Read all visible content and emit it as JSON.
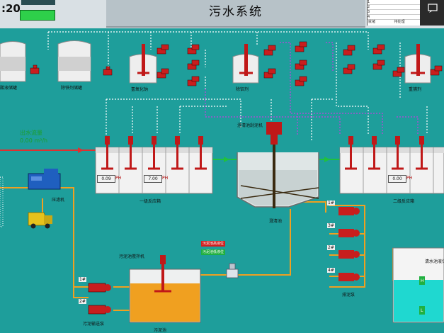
{
  "header": {
    "clock": ":20",
    "title": "污水系统",
    "alarm_rows": [
      "1",
      "2",
      "3",
      "4"
    ],
    "alarm_footer_left": "就绪",
    "alarm_footer_right": "待处理"
  },
  "tanks": {
    "t1": "酸液储罐",
    "t2": "除铁剂储罐",
    "t3": "氢氧化钠",
    "t4": "除铝剂",
    "t5": "重捕剂"
  },
  "inlet": {
    "label": "出水流量",
    "value": "0.00  m³/h"
  },
  "reactor1": {
    "label": "一级反应箱",
    "reading_a": "0.09",
    "reading_b": "7.00",
    "unit": "PH"
  },
  "reactor2": {
    "label": "二级反应箱",
    "reading": "0.00",
    "unit": "PH"
  },
  "clarifier": {
    "mixer_label": "澄清池刮泥机",
    "label": "澄清池"
  },
  "press": {
    "label": "压滤机"
  },
  "sludge": {
    "mixer_label": "污泥池搅拌机",
    "label": "污泥池",
    "pump_label": "污泥输送泵",
    "pump_1": "1#",
    "pump_2": "2#"
  },
  "indicators": {
    "red": "污泥池高液位",
    "green": "污泥池低液位"
  },
  "discharge": {
    "label": "排泥泵",
    "pumps": [
      "1#",
      "3#",
      "2#",
      "4#"
    ]
  },
  "clearwater": {
    "label": "清水池液位",
    "high": "H",
    "low": "L"
  },
  "colors": {
    "background": "#1e9e9b",
    "pipe_orange": "#f0a020",
    "pipe_red": "#e03030",
    "pipe_green": "#20c040",
    "signal_white": "#ffffff",
    "signal_purple": "#c040e0",
    "sludge_fill": "#f0a020"
  }
}
